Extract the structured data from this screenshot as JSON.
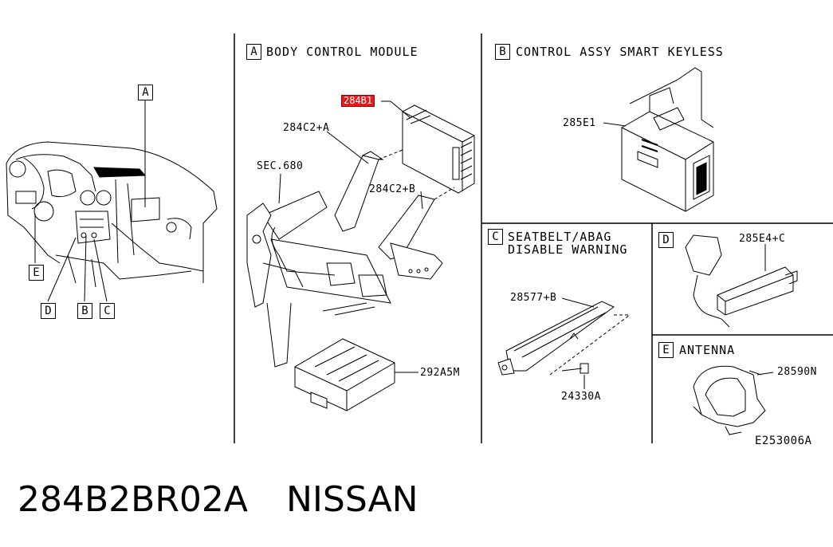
{
  "sections": {
    "A": {
      "letter": "A",
      "title": "BODY CONTROL MODULE"
    },
    "B": {
      "letter": "B",
      "title": "CONTROL ASSY SMART KEYLESS"
    },
    "C": {
      "letter": "C",
      "title_line1": "SEATBELT/ABAG",
      "title_line2": "DISABLE WARNING"
    },
    "D": {
      "letter": "D"
    },
    "E": {
      "letter": "E",
      "title": "ANTENNA"
    }
  },
  "overview_callouts": [
    "A",
    "E",
    "D",
    "B",
    "C"
  ],
  "parts": {
    "highlighted": "284B1",
    "bracket_a": "284C2+A",
    "bracket_b": "284C2+B",
    "sec": "SEC.680",
    "module_292": "292A5M",
    "keyless": "285E1",
    "seatbelt": "28577+B",
    "bolt": "24330A",
    "antenna_d": "285E4+C",
    "antenna_e": "28590N"
  },
  "diagram_code": "E253006A",
  "footer": {
    "part_number": "284B2BR02A",
    "brand": "NISSAN"
  },
  "colors": {
    "highlight": "#e21b1b",
    "line": "#000000"
  }
}
